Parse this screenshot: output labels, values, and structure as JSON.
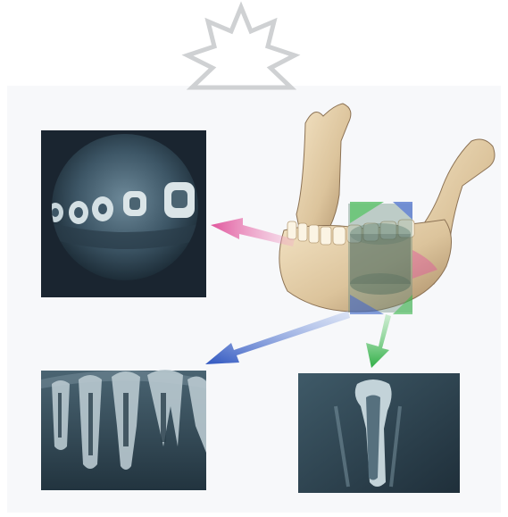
{
  "figure": {
    "views": [
      {
        "id": "axial",
        "kind": "axial-slice"
      },
      {
        "id": "panoramic",
        "kind": "panoramic-section"
      },
      {
        "id": "cross",
        "kind": "cross-section"
      }
    ],
    "model": "3d-mandible-with-volume",
    "arrow_colors": {
      "axial": "#e0559c",
      "panoramic": "#3a63c7",
      "cross": "#3ab54a"
    },
    "icon": "starburst-outline-icon"
  }
}
